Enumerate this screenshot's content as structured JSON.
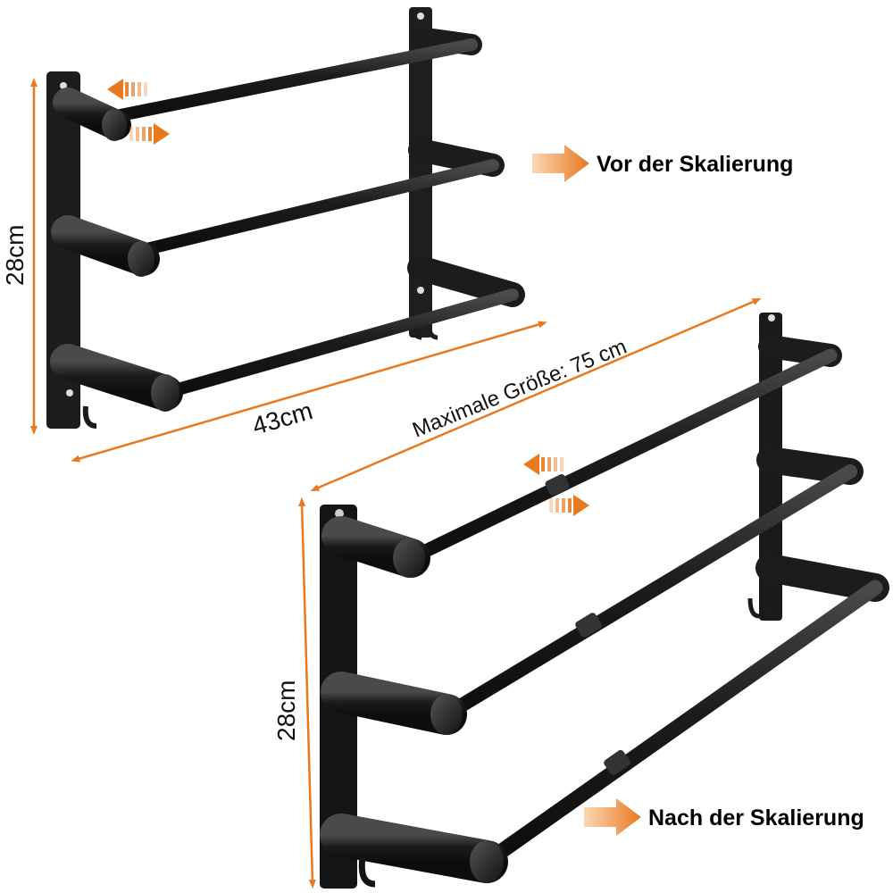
{
  "colors": {
    "accent": "#e8791e",
    "metal": "#1c1c1c",
    "metal_highlight": "#4a4a4a",
    "background": "#ffffff"
  },
  "before": {
    "caption": "Vor der Skalierung",
    "height_label": "28cm",
    "width_label": "43cm"
  },
  "after": {
    "caption": "Nach der Skalierung",
    "height_label": "28cm",
    "max_size_label": "Maximale Größe: 75 cm"
  },
  "icons": {
    "arrow": "right-arrow-icon",
    "extend": "extend-arrows-icon"
  }
}
